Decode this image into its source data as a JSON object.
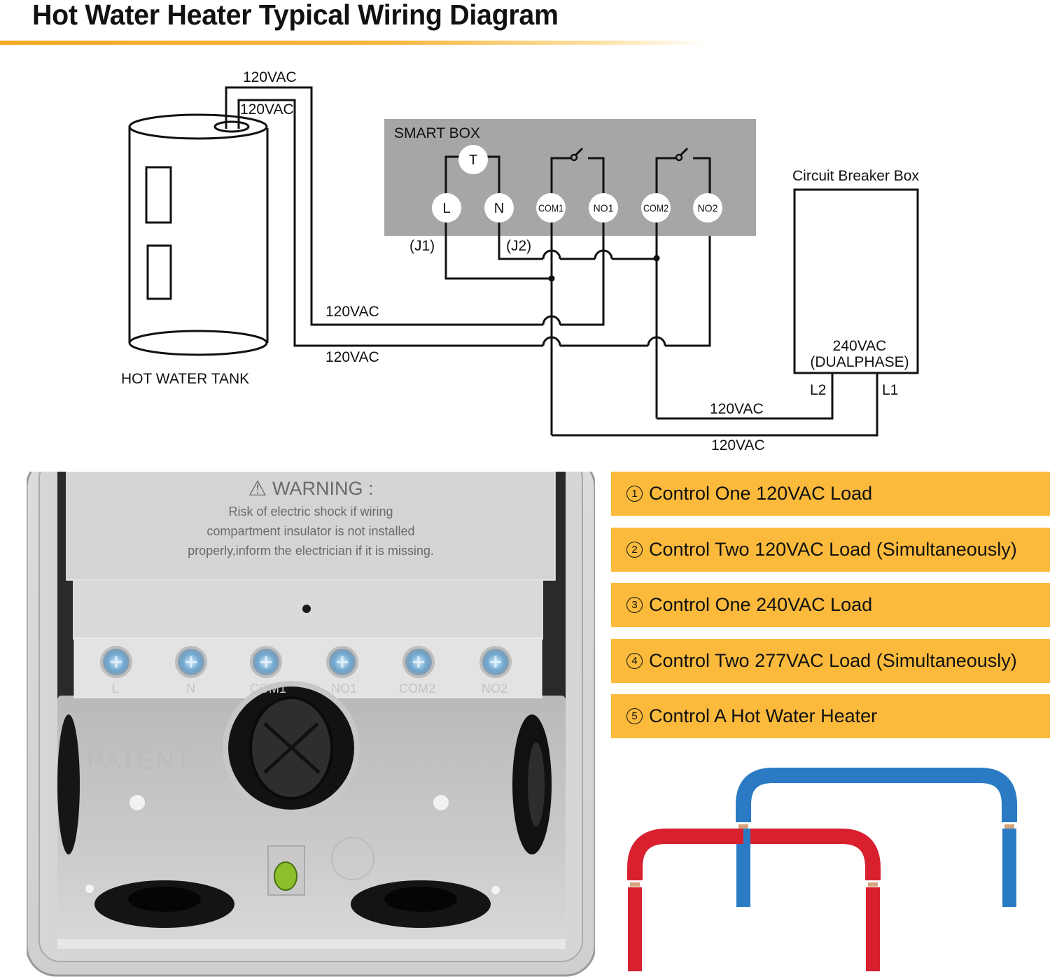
{
  "header": {
    "title": "Hot Water Heater Typical Wiring Diagram",
    "accent_color": "#f3a823"
  },
  "diagram": {
    "tank": {
      "label": "HOT WATER TANK",
      "wire_labels": [
        "120VAC",
        "120VAC"
      ]
    },
    "smart_box": {
      "label": "SMART BOX",
      "thermostat": "T",
      "terminals": [
        "L",
        "N",
        "COM1",
        "NO1",
        "COM2",
        "NO2"
      ],
      "jumper_labels": [
        "(J1)",
        "(J2)"
      ],
      "fill_color": "#a6a6a6"
    },
    "breaker_box": {
      "label": "Circuit Breaker Box",
      "voltage": "240VAC",
      "phase": "(DUALPHASE)",
      "line_labels": [
        "L2",
        "L1"
      ]
    },
    "wire_labels": {
      "no1_to_tank": "120VAC",
      "no2_to_tank": "120VAC",
      "l2_to_com2": "120VAC",
      "l1_to_com1": "120VAC"
    }
  },
  "photo": {
    "warning_title": "WARNING :",
    "warning_lines": [
      "Risk of electric shock if wiring",
      "compartment insulator is not installed",
      "properly,inform the electrician if it is missing."
    ],
    "terminal_labels": [
      "L",
      "N",
      "COM1",
      "NO1",
      "COM2",
      "NO2"
    ],
    "embossed_text": "PATENT"
  },
  "options": {
    "color": "#fbba3c",
    "items": [
      {
        "num": "1",
        "label": "Control One 120VAC Load"
      },
      {
        "num": "2",
        "label": "Control Two 120VAC Load (Simultaneously)"
      },
      {
        "num": "3",
        "label": "Control One 240VAC Load"
      },
      {
        "num": "4",
        "label": "Control Two 277VAC Load (Simultaneously)"
      },
      {
        "num": "5",
        "label": "Control A Hot Water Heater"
      }
    ]
  },
  "jumper_wires": {
    "colors": [
      "#d8202e",
      "#2a7bc4"
    ]
  }
}
